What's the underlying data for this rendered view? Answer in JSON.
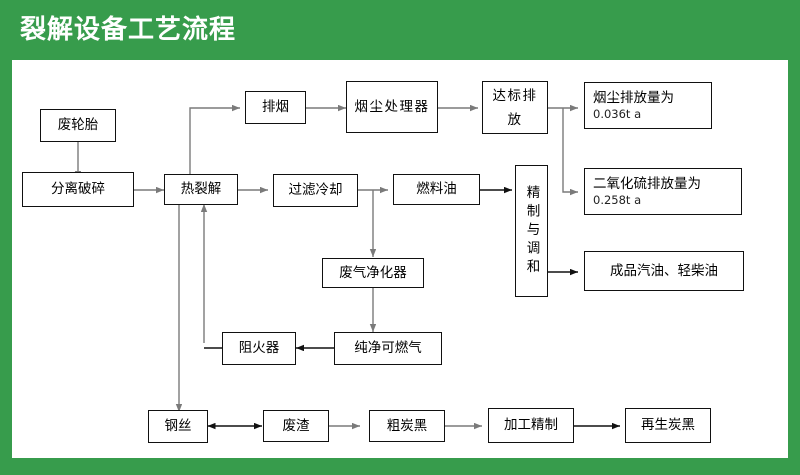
{
  "header": {
    "title": "裂解设备工艺流程",
    "bg_color": "#379c4c",
    "title_color": "#ffffff"
  },
  "diagram": {
    "type": "flowchart",
    "border_color": "#379c4c",
    "node_border_color": "#111111",
    "node_bg_color": "#ffffff",
    "nodes": [
      {
        "id": "waste-tire",
        "label": "废轮胎"
      },
      {
        "id": "separate-crush",
        "label": "分离破碎"
      },
      {
        "id": "pyrolysis",
        "label": "热裂解"
      },
      {
        "id": "exhaust-smoke",
        "label": "排烟"
      },
      {
        "id": "dust-treatment",
        "label": "烟尘处理器"
      },
      {
        "id": "standard-emission",
        "label": "达标排放"
      },
      {
        "id": "dust-emission",
        "label_line1": "烟尘排放量为",
        "label_line2": "0.036t a"
      },
      {
        "id": "so2-emission",
        "label_line1": "二氧化硫排放量为",
        "label_line2": "0.258t a"
      },
      {
        "id": "filter-cool",
        "label": "过滤冷却"
      },
      {
        "id": "fuel-oil",
        "label": "燃料油"
      },
      {
        "id": "refine-blend",
        "label": "精制与调和"
      },
      {
        "id": "finished-oil",
        "label": "成品汽油、轻柴油"
      },
      {
        "id": "gas-purifier",
        "label": "废气净化器"
      },
      {
        "id": "clean-gas",
        "label": "纯净可燃气"
      },
      {
        "id": "flame-arrester",
        "label": "阻火器"
      },
      {
        "id": "steel-wire",
        "label": "钢丝"
      },
      {
        "id": "waste-residue",
        "label": "废渣"
      },
      {
        "id": "crude-carbon",
        "label": "粗炭黑"
      },
      {
        "id": "process-refine",
        "label": "加工精制"
      },
      {
        "id": "recycled-carbon",
        "label": "再生炭黑"
      }
    ]
  }
}
